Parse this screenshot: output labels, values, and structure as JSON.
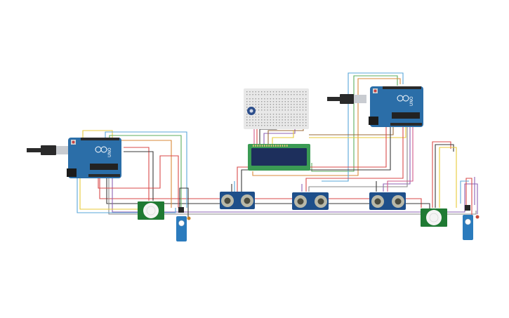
{
  "labels": {
    "board_logo": "UNO"
  },
  "colors": {
    "background": "#ffffff",
    "arduino_board": "#2b6ea8",
    "arduino_dark": "#1d4f7c",
    "header_black": "#2a2a2a",
    "usb_silver": "#c9ccd1",
    "power_jack": "#1b1b1b",
    "breadboard": "#e8e8e8",
    "breadboard_hole": "#9a9a9a",
    "lcd_frame": "#3b9b54",
    "lcd_screen": "#1d2f5c",
    "ultrasonic_board": "#1e4f8a",
    "ultrasonic_transducer": "#b9b9a9",
    "pir_board": "#1f7a33",
    "pir_dome": "#f4f4f4",
    "servo_body": "#2b7bbd",
    "potentiometer": "#2d4f8c",
    "wire_red": "#d94a4a",
    "wire_black": "#3a3a3a",
    "wire_yellow": "#e8c93a",
    "wire_blue": "#5aa7d8",
    "wire_green": "#5cae5c",
    "wire_orange": "#d98a3a",
    "wire_purple": "#8c62b3",
    "wire_brown": "#9b6b3a",
    "wire_gray": "#8a8a8a",
    "wire_pink": "#d05a8a"
  },
  "components": [
    {
      "name": "arduino-uno-left",
      "type": "arduino"
    },
    {
      "name": "arduino-uno-right",
      "type": "arduino"
    },
    {
      "name": "breadboard",
      "type": "breadboard"
    },
    {
      "name": "potentiometer",
      "type": "potentiometer"
    },
    {
      "name": "lcd-16x2",
      "type": "lcd"
    },
    {
      "name": "ultrasonic-sensor-1",
      "type": "ultrasonic"
    },
    {
      "name": "ultrasonic-sensor-2",
      "type": "ultrasonic"
    },
    {
      "name": "ultrasonic-sensor-3",
      "type": "ultrasonic"
    },
    {
      "name": "pir-sensor-left",
      "type": "pir"
    },
    {
      "name": "pir-sensor-right",
      "type": "pir"
    },
    {
      "name": "servo-left",
      "type": "servo"
    },
    {
      "name": "servo-right",
      "type": "servo"
    }
  ]
}
